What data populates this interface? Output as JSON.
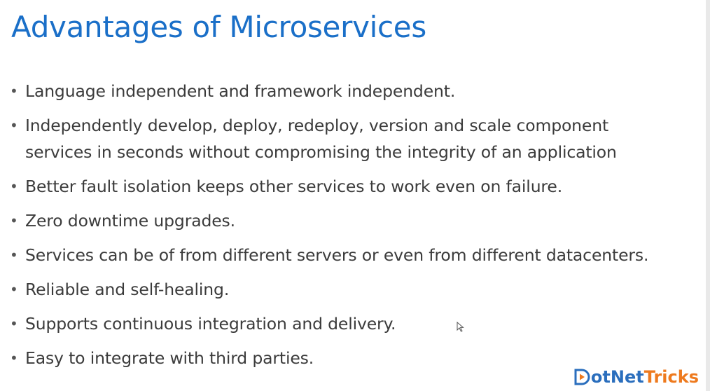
{
  "slide": {
    "title": "Advantages of Microservices",
    "bullets": [
      {
        "line1": "Language independent and framework independent.",
        "line2": ""
      },
      {
        "line1": "Independently develop, deploy, redeploy, version and scale component",
        "line2": "services in seconds without compromising the integrity of an application"
      },
      {
        "line1": "Better fault isolation keeps other services to work even on failure.",
        "line2": ""
      },
      {
        "line1": "Zero downtime upgrades.",
        "line2": ""
      },
      {
        "line1": "Services can be of from different servers or even from different datacenters.",
        "line2": ""
      },
      {
        "line1": "Reliable and self-healing.",
        "line2": ""
      },
      {
        "line1": "Supports continuous integration and delivery.",
        "line2": ""
      },
      {
        "line1": "Easy to integrate with third parties.",
        "line2": ""
      }
    ],
    "bullet_glyph": "•"
  },
  "logo": {
    "part1": "otNet",
    "part2": "Tricks",
    "icon": "play-d-logo-icon"
  },
  "colors": {
    "title": "#1a6fc8",
    "body_text": "#3b3b3b",
    "logo_blue": "#2a6ebd",
    "logo_orange": "#ee7a1e"
  }
}
